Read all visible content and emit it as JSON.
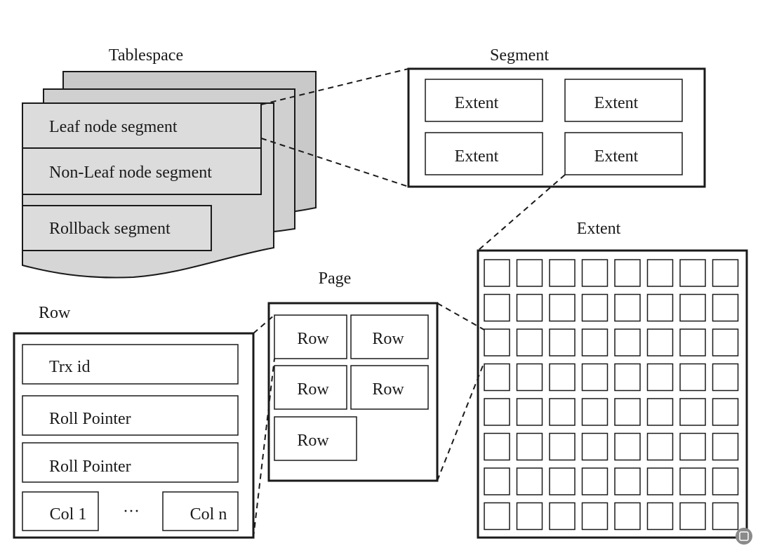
{
  "tablespace": {
    "title": "Tablespace",
    "segments": [
      "Leaf node segment",
      "Non-Leaf node segment",
      "Rollback segment"
    ]
  },
  "segment": {
    "title": "Segment",
    "extents": [
      "Extent",
      "Extent",
      "Extent",
      "Extent"
    ]
  },
  "extent": {
    "title": "Extent",
    "grid": {
      "rows": 8,
      "cols": 8
    }
  },
  "page": {
    "title": "Page",
    "rows": [
      "Row",
      "Row",
      "Row",
      "Row",
      "Row"
    ]
  },
  "row": {
    "title": "Row",
    "fields": [
      "Trx id",
      "Roll Pointer",
      "Roll Pointer"
    ],
    "col_first": "Col 1",
    "col_ellipsis": "···",
    "col_last": "Col n"
  },
  "colors": {
    "stroke": "#1a1a1a",
    "sheet_back": "#c9c9c9",
    "sheet_mid": "#d0d0d0",
    "sheet_front": "#d6d6d6",
    "segment_box_fill": "#dcdcdc",
    "background": "#ffffff"
  }
}
